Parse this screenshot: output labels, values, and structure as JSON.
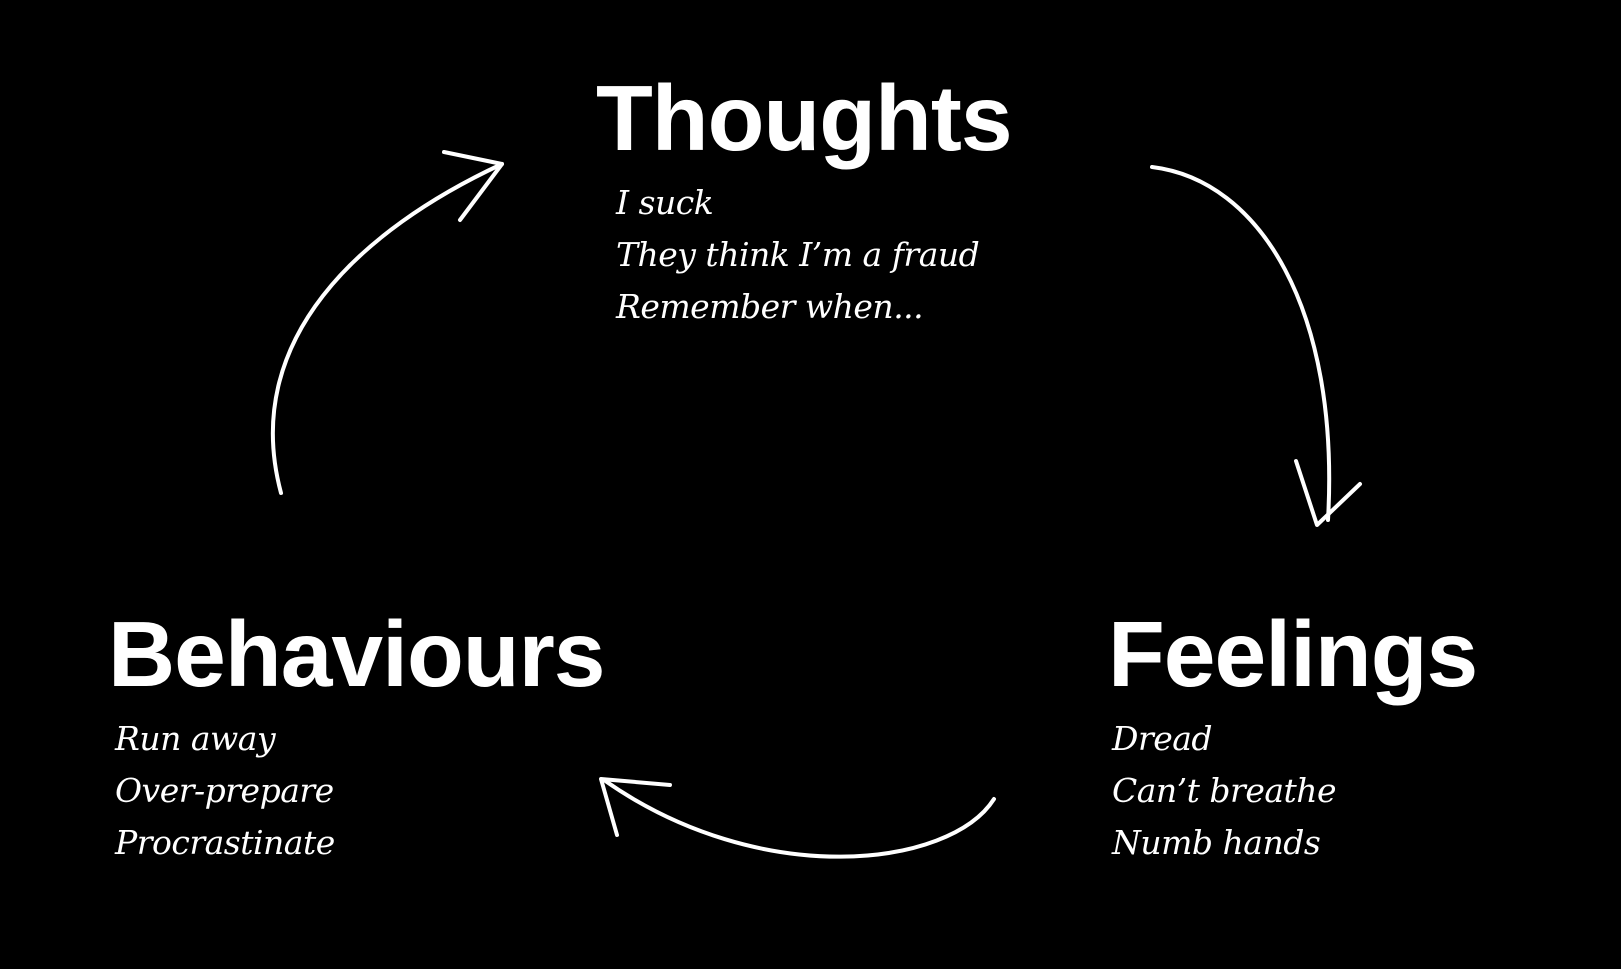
{
  "diagram": {
    "colors": {
      "background": "#000000",
      "foreground": "#ffffff"
    },
    "nodes": {
      "thoughts": {
        "title": "Thoughts",
        "items": [
          "I suck",
          "They think I’m a fraud",
          "Remember when..."
        ]
      },
      "feelings": {
        "title": "Feelings",
        "items": [
          "Dread",
          "Can’t breathe",
          "Numb hands"
        ]
      },
      "behaviours": {
        "title": "Behaviours",
        "items": [
          "Run away",
          "Over-prepare",
          "Procrastinate"
        ]
      }
    },
    "edges": [
      {
        "from": "Thoughts",
        "to": "Feelings"
      },
      {
        "from": "Feelings",
        "to": "Behaviours"
      },
      {
        "from": "Behaviours",
        "to": "Thoughts"
      }
    ]
  }
}
